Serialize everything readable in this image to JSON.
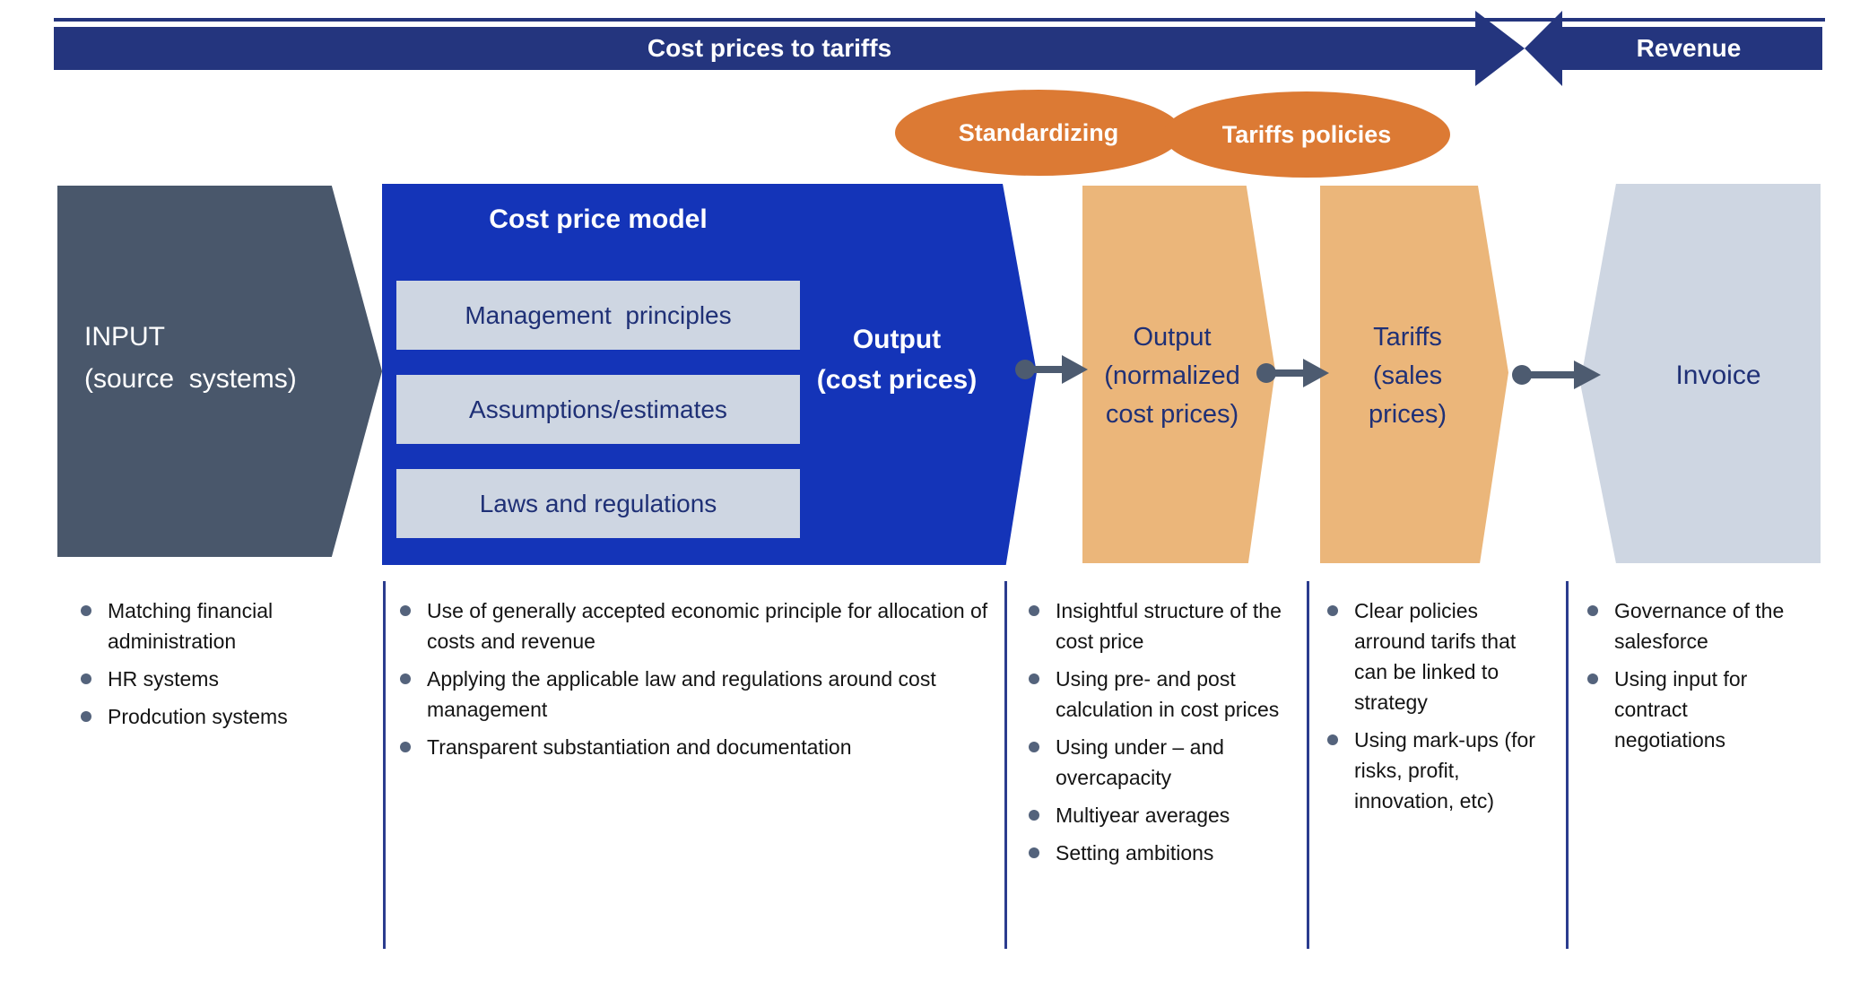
{
  "banner": {
    "left_label": "Cost prices to tariffs",
    "right_label": "Revenue"
  },
  "bubbles": [
    {
      "label": "Standardizing"
    },
    {
      "label": "Tariffs policies"
    }
  ],
  "flow": {
    "input": {
      "line1": "INPUT",
      "line2": "(source  systems)"
    },
    "model": {
      "title": "Cost price model",
      "boxes": [
        "Management  principles",
        "Assumptions/estimates",
        "Laws and regulations"
      ],
      "output_lines": [
        "Output",
        "(cost prices)"
      ]
    },
    "normalized": {
      "lines": [
        "Output",
        "(normalized",
        "cost prices)"
      ]
    },
    "tariffs": {
      "lines": [
        "Tariffs",
        "(sales",
        "prices)"
      ]
    },
    "invoice": {
      "label": "Invoice"
    }
  },
  "notes": {
    "input_bullets": [
      "Matching financial administration",
      "HR systems",
      "Prodcution systems"
    ],
    "model_bullets": [
      "Use of generally accepted economic principle for allocation of costs and revenue",
      "Applying the applicable law and regulations around cost management",
      "Transparent substantiation and documentation"
    ],
    "normalized_bullets": [
      "Insightful structure of the cost price",
      "Using pre- and post calculation in cost prices",
      "Using under – and overcapacity",
      "Multiyear averages",
      "Setting ambitions"
    ],
    "tariffs_bullets": [
      "Clear policies arround tarifs that can be linked to strategy",
      "Using mark-ups (for risks, profit, innovation, etc)"
    ],
    "invoice_bullets": [
      "Governance of the salesforce",
      "Using input for contract negotiations"
    ]
  },
  "colors": {
    "navy": "#24357E",
    "royal_blue": "#1434B8",
    "slate": "#49576B",
    "tan": "#EBB67A",
    "light_panel": "#CED6E2",
    "orange": "#DC7A34",
    "connector": "#4D5B70",
    "navy_text": "#1F3076"
  }
}
